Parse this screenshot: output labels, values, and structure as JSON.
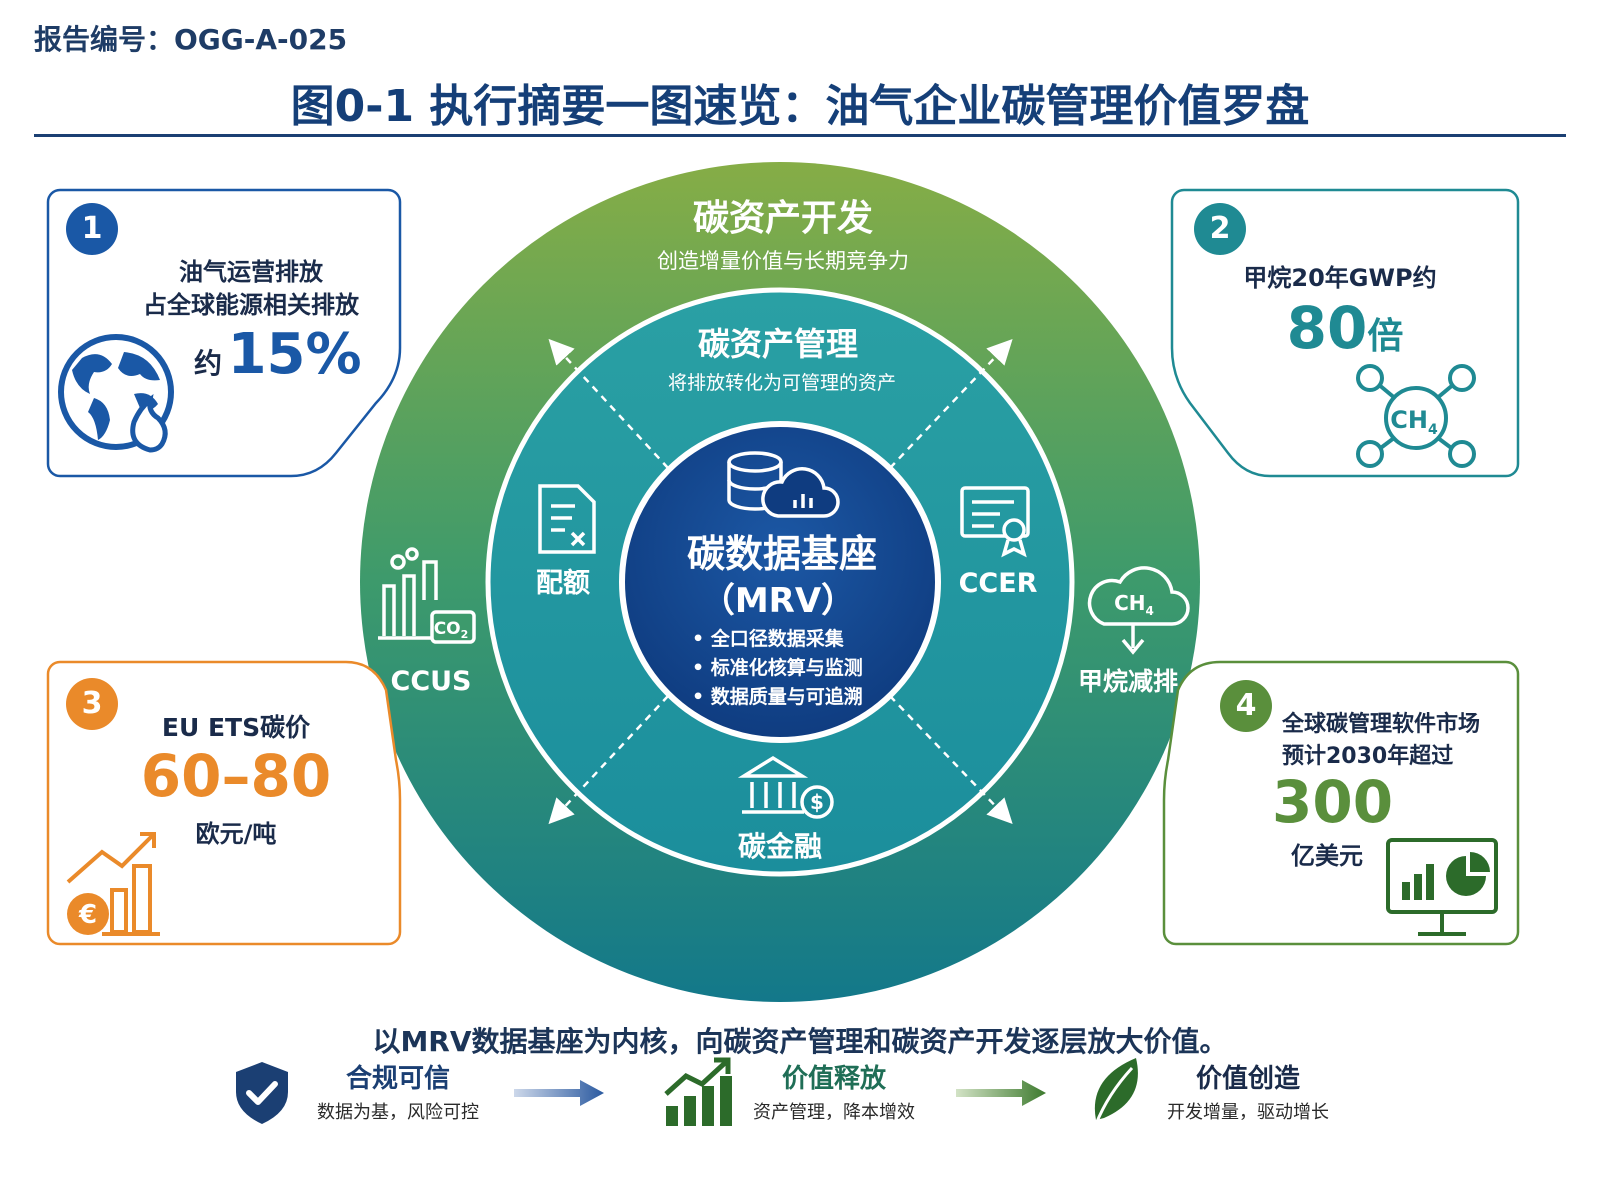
{
  "header": {
    "report_id": "报告编号：OGG-A-025",
    "title": "图0-1 执行摘要一图速览：油气企业碳管理价值罗盘"
  },
  "cards": {
    "card1": {
      "number": "1",
      "line1": "油气运营排放",
      "line2": "占全球能源相关排放",
      "prefix": "约",
      "value": "15%",
      "color": "#1a58a6"
    },
    "card2": {
      "number": "2",
      "line1": "甲烷20年GWP约",
      "value": "80",
      "suffix": "倍",
      "molecule": "CH",
      "molecule_sub": "4",
      "color": "#1f8a93"
    },
    "card3": {
      "number": "3",
      "line1": "EU ETS碳价",
      "value": "60–80",
      "unit": "欧元/吨",
      "currency": "€",
      "color": "#ea8a2a"
    },
    "card4": {
      "number": "4",
      "line1": "全球碳管理软件市场",
      "line2": "预计2030年超过",
      "value": "300",
      "unit": "亿美元",
      "color": "#5a8f3c"
    }
  },
  "compass": {
    "outer_title": "碳资产开发",
    "outer_sub": "创造增量价值与长期竞争力",
    "middle_title": "碳资产管理",
    "middle_sub": "将排放转化为可管理的资产",
    "core_title": "碳数据基座",
    "core_mrv": "（MRV）",
    "core_bullets": [
      "• 全口径数据采集",
      "• 标准化核算与监测",
      "• 数据质量与可追溯"
    ],
    "quota": "配额",
    "ccer": "CCER",
    "finance": "碳金融",
    "ccus": "CCUS",
    "co2": "CO",
    "co2_sub": "2",
    "methane": "甲烷减排",
    "methane_ch": "CH",
    "methane_sub": "4"
  },
  "caption": "以MRV数据基座为内核，向碳资产管理和碳资产开发逐层放大价值。",
  "flow": [
    {
      "title": "合规可信",
      "sub": "数据为基，风险可控",
      "color": "#1b3f73"
    },
    {
      "title": "价值释放",
      "sub": "资产管理，降本增效",
      "color": "#1f6e56"
    },
    {
      "title": "价值创造",
      "sub": "开发增量，驱动增长",
      "color": "#2c6b2a"
    }
  ]
}
